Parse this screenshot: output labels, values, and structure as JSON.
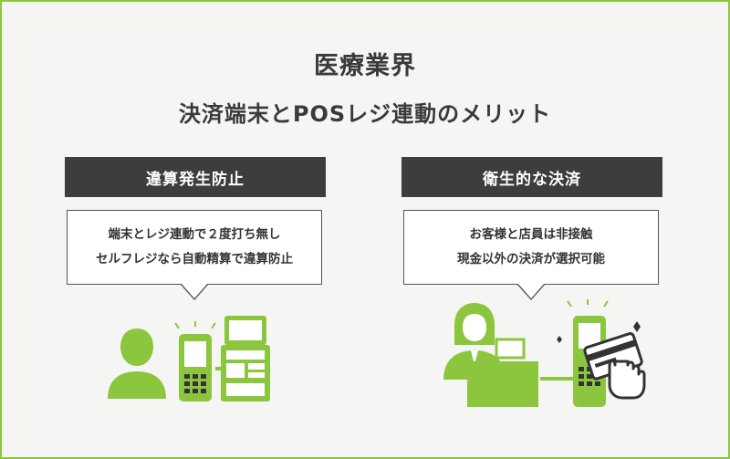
{
  "heading": {
    "title": "医療業界",
    "subtitle": "決済端末とPOSレジ連動のメリット"
  },
  "panels": [
    {
      "header": "違算発生防止",
      "lines": [
        "端末とレジ連動で２度打ち無し",
        "セルフレジなら自動精算で違算防止"
      ]
    },
    {
      "header": "衛生的な決済",
      "lines": [
        "お客様と店員は非接触",
        "現金以外の決済が選択可能"
      ]
    }
  ],
  "colors": {
    "accent": "#8cc63f",
    "header_bg": "#3d3d3d",
    "background": "#f5f6f3"
  }
}
